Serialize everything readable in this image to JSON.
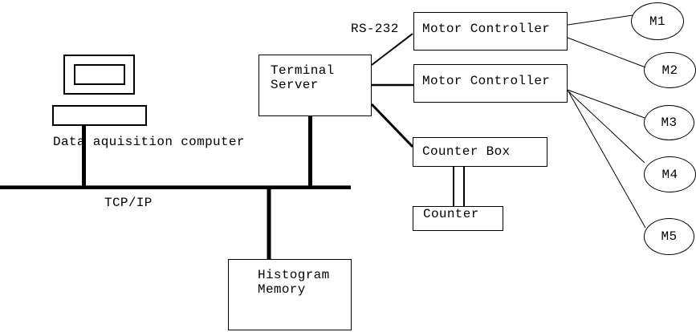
{
  "diagram": {
    "bus_label": "TCP/IP",
    "serial_label": "RS-232",
    "nodes": {
      "computer": {
        "label": "Data aquisition computer"
      },
      "terminal_server": {
        "label": "Terminal\nServer"
      },
      "motor_controller_1": {
        "label": "Motor Controller"
      },
      "motor_controller_2": {
        "label": "Motor Controller"
      },
      "counter_box": {
        "label": "Counter Box"
      },
      "counter": {
        "label": "Counter"
      },
      "histogram_memory": {
        "label": "Histogram\nMemory"
      },
      "motors": [
        {
          "label": "M1"
        },
        {
          "label": "M2"
        },
        {
          "label": "M3"
        },
        {
          "label": "M4"
        },
        {
          "label": "M5"
        }
      ]
    },
    "colors": {
      "stroke": "#000000",
      "background": "#ffffff",
      "text": "#000000"
    }
  }
}
